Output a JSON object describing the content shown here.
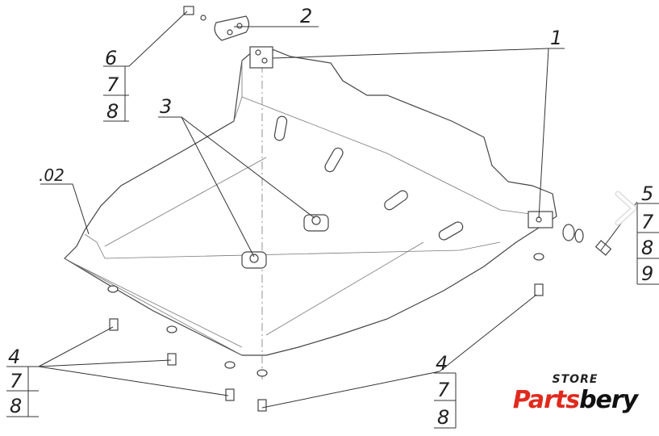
{
  "callouts": {
    "c1": "1",
    "c2": "2",
    "c3": "3",
    "c02": ".02",
    "left_top": [
      "6",
      "7",
      "8"
    ],
    "right": [
      "5",
      "7",
      "8",
      "9"
    ],
    "bottom_left": [
      "4",
      "7",
      "8"
    ],
    "bottom_right": [
      "4",
      "7",
      "8"
    ]
  },
  "logo": {
    "store": "STORE",
    "brand_red": "Parts",
    "brand_black": "bery"
  },
  "colors": {
    "brand_red": "#e02a1d",
    "line": "#333333"
  }
}
